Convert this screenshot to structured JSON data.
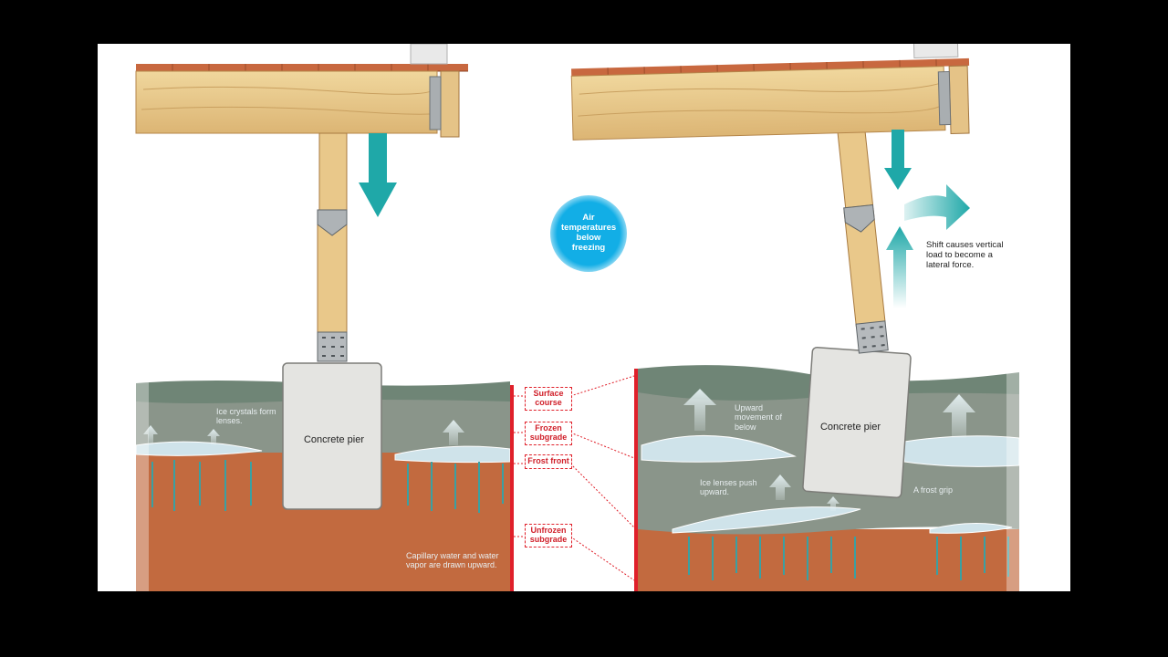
{
  "labels": {
    "pier_left": "Concrete pier",
    "pier_right": "Concrete pier",
    "air_temperature": "Air temperatures below freezing",
    "shift_note": "Shift causes vertical load to become a lateral force.",
    "ice_crystals": "Ice crystals form lenses.",
    "capillary": "Capillary water and water vapor are drawn upward.",
    "upward_movement": "Upward movement of below",
    "ice_lenses_push": "Ice lenses push upward.",
    "ice_lens_small": "A frost grip"
  },
  "layers": [
    {
      "label": "Surface course"
    },
    {
      "label": "Frozen subgrade"
    },
    {
      "label": "Frost front"
    },
    {
      "label": "Unfrozen subgrade"
    }
  ],
  "colors": {
    "background": "#000000",
    "panel": "#ffffff",
    "wood": "#e8c98a",
    "wood_edge": "#b5864a",
    "roof_tiles": "#c8683f",
    "surface_soil": "#6f8576",
    "frozen_soil": "#8a958a",
    "unfrozen_soil": "#c26a3f",
    "ice": "#cfe3ea",
    "concrete": "#e4e4e1",
    "arrow_teal": "#1fa8a8",
    "air_blue": "#12aee6",
    "layer_red": "#e0202a"
  }
}
